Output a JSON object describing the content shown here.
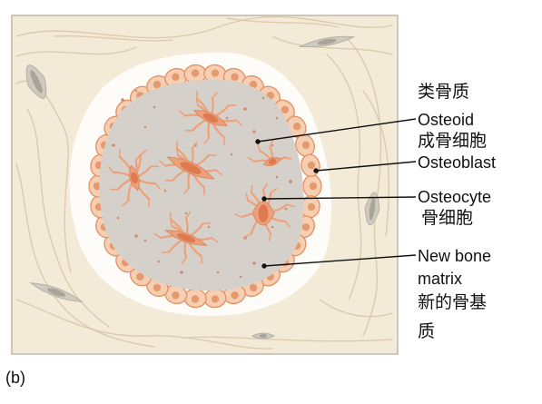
{
  "labels": {
    "osteoid_zh": "类骨质",
    "osteoid_en": "Osteoid",
    "osteoblast_zh": "成骨细胞",
    "osteoblast_en": "Osteoblast",
    "osteocyte_en": "Osteocyte",
    "osteocyte_zh": "骨细胞",
    "matrix_en_1": "New bone",
    "matrix_en_2": "matrix",
    "matrix_zh_1": "新的骨基",
    "matrix_zh_2": "质"
  },
  "panel_label": "(b)",
  "colors": {
    "frame_fill": "#f3ead8",
    "frame_border": "#bdb7ad",
    "fiber": "#dcccae",
    "outer_cell": "#cfcabf",
    "outer_cell_nucleus": "#a9a399",
    "osteoid_ring": "#fdfcf9",
    "matrix_gray": "#d5d1ca",
    "osteoblast_fill": "#f6cfb3",
    "osteoblast_stroke": "#e48f62",
    "osteoblast_nucleus": "#e49a6e",
    "osteocyte": "#eda07a",
    "osteocyte_nucleus": "#dd7a4f",
    "leader_line": "#111111"
  }
}
